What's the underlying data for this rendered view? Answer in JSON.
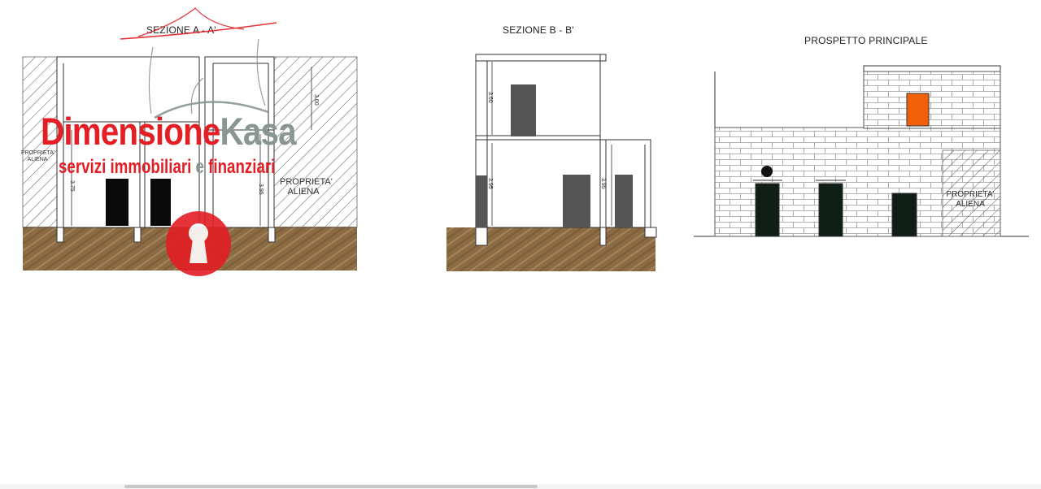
{
  "sections": [
    {
      "title": "SEZIONE A - A'"
    },
    {
      "title": "SEZIONE B - B'"
    },
    {
      "title": "PROSPETTO PRINCIPALE"
    }
  ],
  "annotations": {
    "proprieta_aliena_left": "PROPRIETA' ALIENA",
    "proprieta_aliena_a": "PROPRIETA' ALIENA",
    "proprieta_aliena_prospetto": "PROPRIETA' ALIENA"
  },
  "dimensions": {
    "a_upper": "3.60",
    "a_lower_left": "3.75",
    "a_lower_right": "3.95",
    "b_upper": "3.60",
    "b_lower_left": "3.95",
    "b_lower_right": "3.95"
  },
  "watermark": {
    "brand_part1": "Dimensione",
    "brand_part2": "Kasa",
    "tagline_part1": "servizi immobiliari ",
    "tagline_part2": "e",
    "tagline_part3": " finanziari"
  },
  "colors": {
    "brand_red": "#e31e24",
    "brand_grey": "#8a9690",
    "ground": "#8b6b44",
    "window_dark": "#555555",
    "door_green": "#0f1f16",
    "window_orange": "#f2600c"
  }
}
